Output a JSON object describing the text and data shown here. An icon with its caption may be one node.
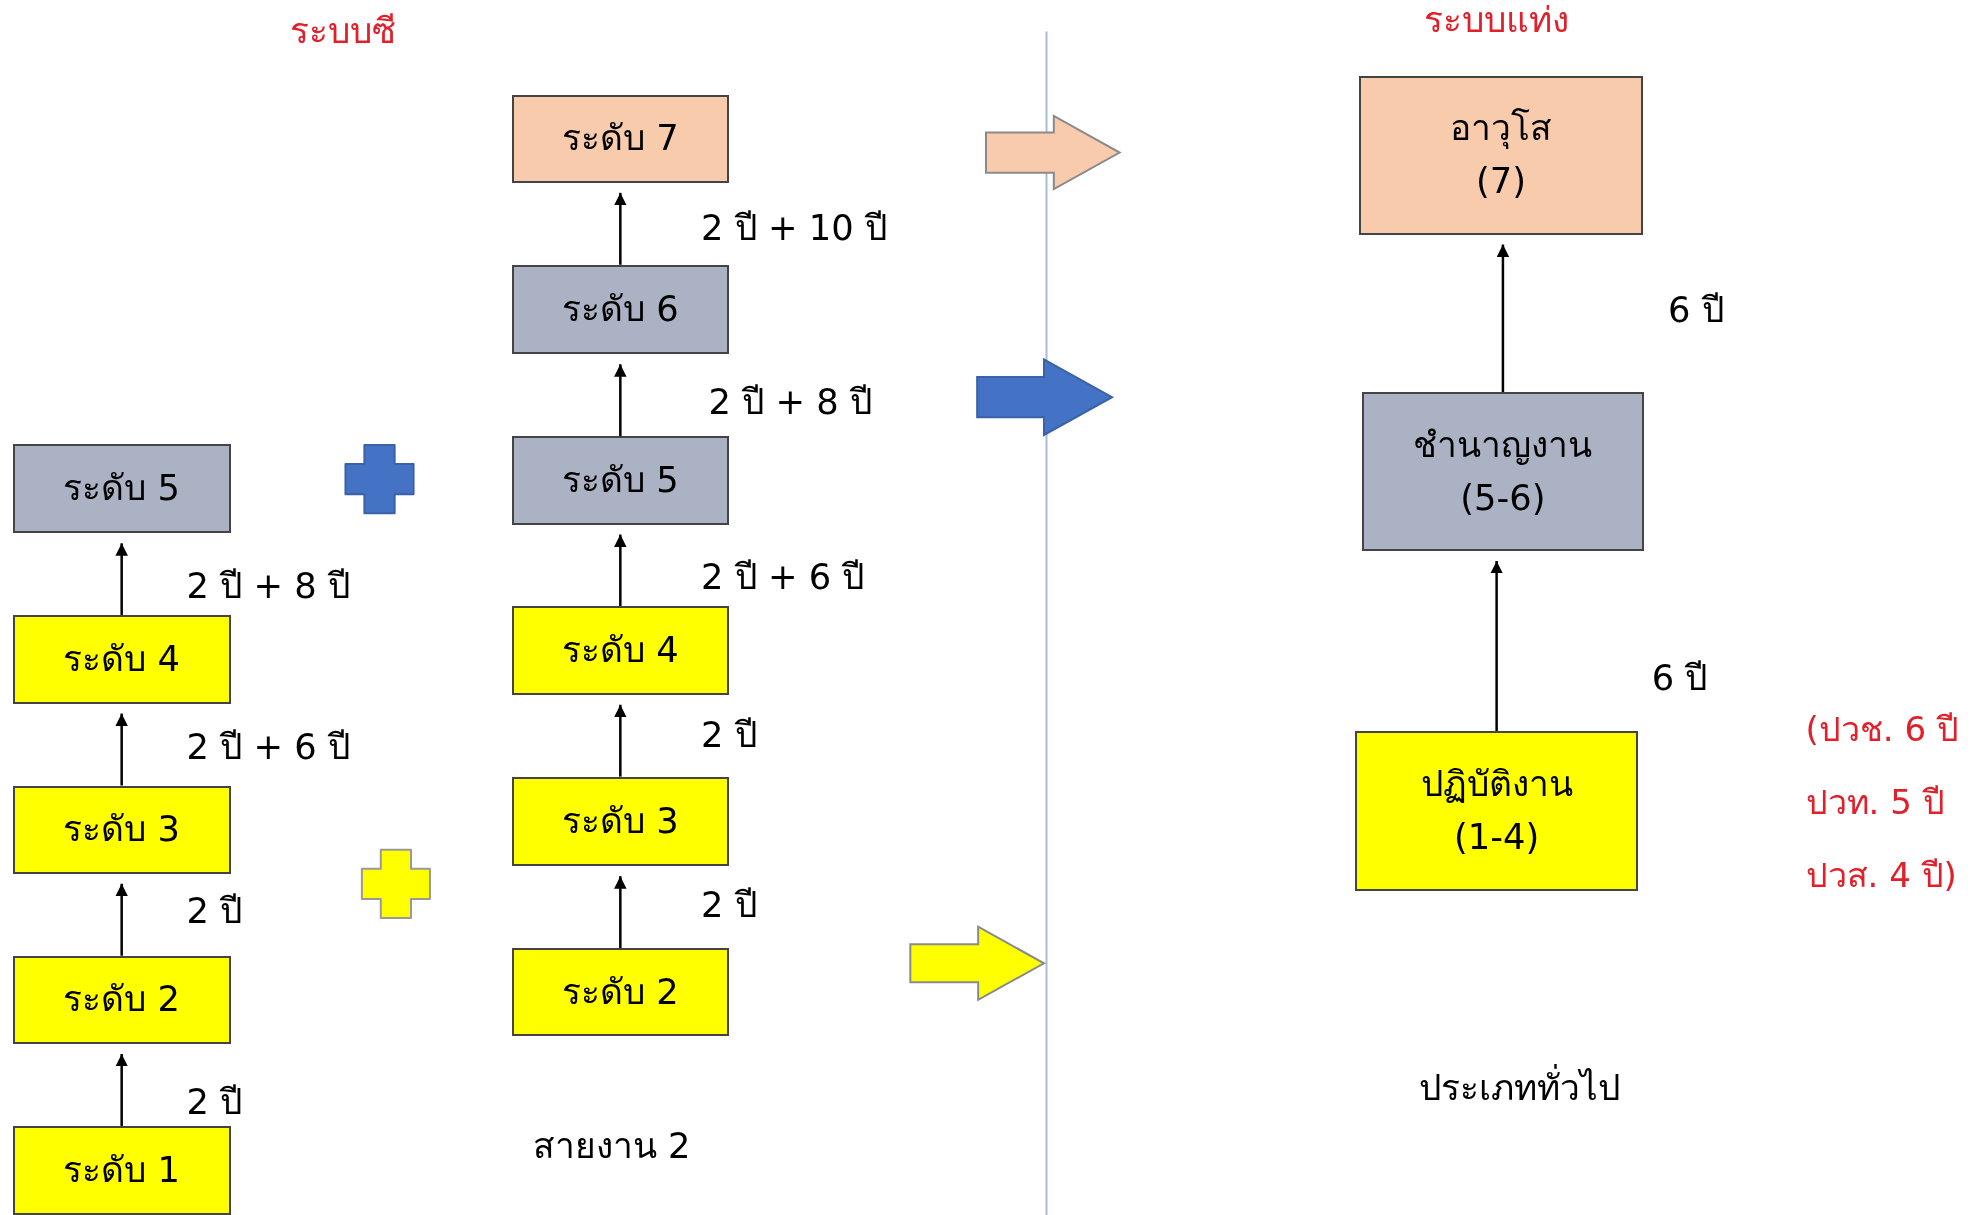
{
  "diagram": {
    "nodes": [
      {
        "text": [
          "ระดับ 5"
        ]
      },
      {
        "text": [
          "ระดับ 4"
        ]
      },
      {
        "text": [
          "ระดับ 3"
        ]
      },
      {
        "text": [
          "ระดับ 2"
        ]
      },
      {
        "text": [
          "ระดับ 1"
        ]
      },
      {
        "text": [
          "ระดับ 7"
        ]
      },
      {
        "text": [
          "ระดับ 6"
        ]
      },
      {
        "text": [
          "ระดับ 5"
        ]
      },
      {
        "text": [
          "ระดับ 4"
        ]
      },
      {
        "text": [
          "ระดับ 3"
        ]
      },
      {
        "text": [
          "ระดับ 2"
        ]
      },
      {
        "text": [
          "อาวุโส",
          "(7)"
        ]
      },
      {
        "text": [
          "ชำนาญงาน",
          "(5-6)"
        ]
      },
      {
        "text": [
          "ปฏิบัติงาน",
          "(1-4)"
        ]
      }
    ],
    "edges": [
      {
        "from": 4,
        "to": 3,
        "arrow": "to",
        "label": "2 ปี"
      },
      {
        "from": 3,
        "to": 2,
        "arrow": "to",
        "label": "2 ปี"
      },
      {
        "from": 2,
        "to": 1,
        "arrow": "to",
        "label": "2 ปี + 6 ปี"
      },
      {
        "from": 1,
        "to": 0,
        "arrow": "to",
        "label": "2 ปี + 8 ปี"
      },
      {
        "from": 10,
        "to": 9,
        "arrow": "to",
        "label": "2 ปี"
      },
      {
        "from": 9,
        "to": 8,
        "arrow": "to",
        "label": "2 ปี"
      },
      {
        "from": 8,
        "to": 7,
        "arrow": "to",
        "label": "2 ปี + 6 ปี"
      },
      {
        "from": 7,
        "to": 6,
        "arrow": "to",
        "label": "2 ปี + 8 ปี"
      },
      {
        "from": 6,
        "to": 5,
        "arrow": "to",
        "label": "2 ปี + 10 ปี"
      },
      {
        "from": 13,
        "to": 12,
        "arrow": "to",
        "label": "6 ปี"
      },
      {
        "from": 12,
        "to": 11,
        "arrow": "to",
        "label": "6 ปี"
      }
    ],
    "labels": [
      "ระบบแท่ง",
      "ระบบซี",
      "(ปวช. 6 ปี",
      "ปวท. 5 ปี",
      "ประเภททั่วไป",
      "ปวส. 4 ปี)",
      "สายงาน 2"
    ]
  }
}
